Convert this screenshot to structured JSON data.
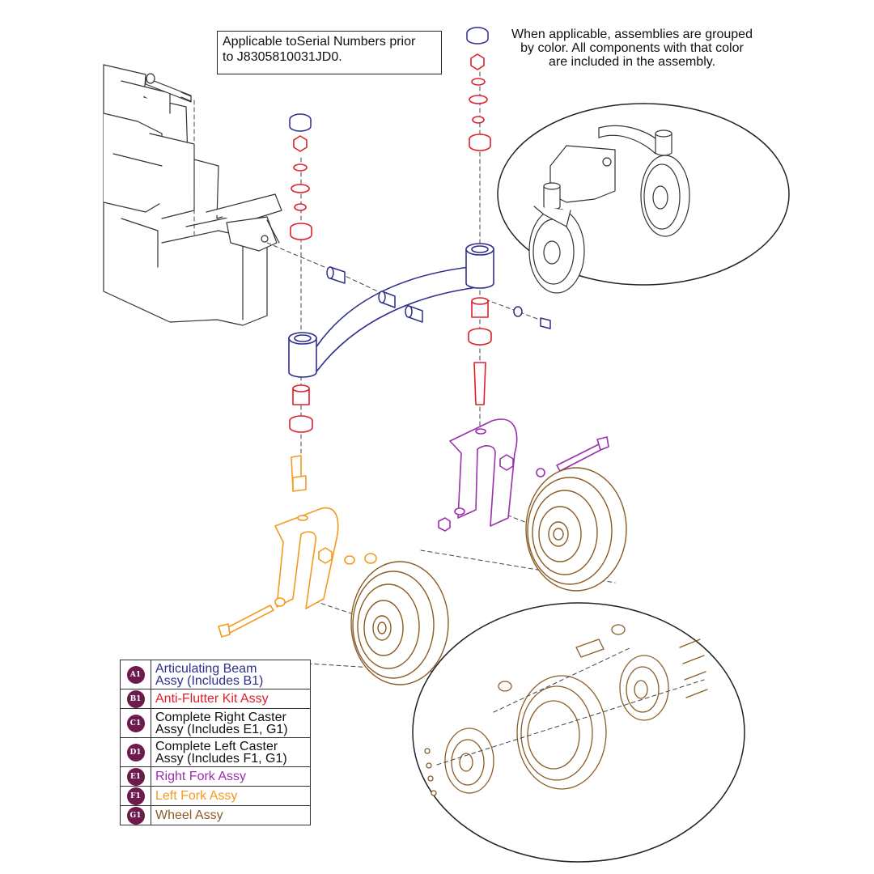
{
  "note_box": {
    "lines": [
      "Applicable toSerial Numbers prior",
      "to J8305810031JD0."
    ]
  },
  "color_note": {
    "lines": [
      "When applicable, assemblies are grouped",
      "by color. All components with that color",
      "are included in the assembly."
    ]
  },
  "colors": {
    "beam": "#2e2e8c",
    "anti_flutter": "#e01e2a",
    "right_fork": "#9b2fae",
    "left_fork": "#f39a1e",
    "wheel": "#8a5c26",
    "badge": "#6d1a4f",
    "line": "#333333"
  },
  "legend": [
    {
      "code": "A1",
      "lines": [
        "Articulating Beam",
        "Assy (Includes B1)"
      ],
      "color": "#2e2e8c"
    },
    {
      "code": "B1",
      "lines": [
        "Anti-Flutter Kit Assy"
      ],
      "color": "#e01e2a"
    },
    {
      "code": "C1",
      "lines": [
        "Complete Right Caster",
        "Assy (Includes E1, G1)"
      ],
      "color": "#111111"
    },
    {
      "code": "D1",
      "lines": [
        "Complete Left Caster",
        "Assy (Includes F1, G1)"
      ],
      "color": "#111111"
    },
    {
      "code": "E1",
      "lines": [
        "Right Fork Assy"
      ],
      "color": "#9b2fae"
    },
    {
      "code": "F1",
      "lines": [
        "Left Fork Assy"
      ],
      "color": "#f39a1e"
    },
    {
      "code": "G1",
      "lines": [
        "Wheel Assy"
      ],
      "color": "#8a5c26"
    }
  ]
}
